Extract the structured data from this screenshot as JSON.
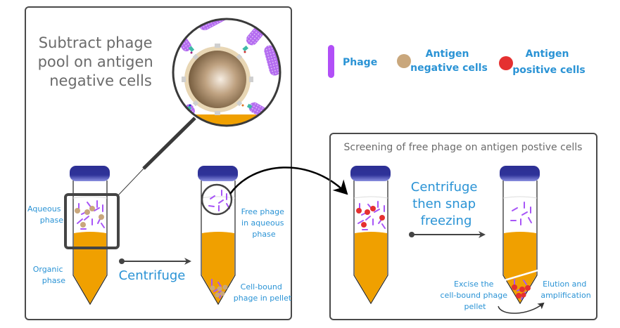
{
  "colors": {
    "label_blue": "#2a93d5",
    "title_gray": "#6b6b6b",
    "panel_border": "#4a4a4a",
    "phage_purple": "#a855f7",
    "neg_cell_tan": "#c9a77c",
    "pos_cell_red": "#e53030",
    "organic_orange": "#f0a000",
    "cap_blue": "#2c2f94"
  },
  "left_panel": {
    "title_lines": [
      "Subtract phage",
      "pool on antigen",
      "negative cells"
    ],
    "tube1": {
      "aqueous_label": [
        "Aqueous",
        "phase"
      ],
      "organic_label": [
        "Organic",
        "phase"
      ]
    },
    "step_arrow_label": "Centrifuge",
    "tube2": {
      "free_phage_label": [
        "Free phage",
        "in aqueous",
        "phase"
      ],
      "pellet_label": [
        "Cell-bound",
        "phage in pellet"
      ]
    }
  },
  "legend": {
    "items": [
      {
        "icon": "phage-icon",
        "label_lines": [
          "Phage"
        ]
      },
      {
        "icon": "antigen-negative-cell-icon",
        "label_lines": [
          "Antigen",
          "negative cells"
        ]
      },
      {
        "icon": "antigen-positive-cell-icon",
        "label_lines": [
          "Antigen",
          "positive cells"
        ]
      }
    ]
  },
  "right_panel": {
    "title": "Screening of free phage on antigen postive cells",
    "step_arrow_label_lines": [
      "Centrifuge",
      "then snap",
      "freezing"
    ],
    "excise_label": [
      "Excise the",
      "cell-bound phage",
      "pellet"
    ],
    "elution_label": [
      "Elution and",
      "amplification"
    ]
  }
}
